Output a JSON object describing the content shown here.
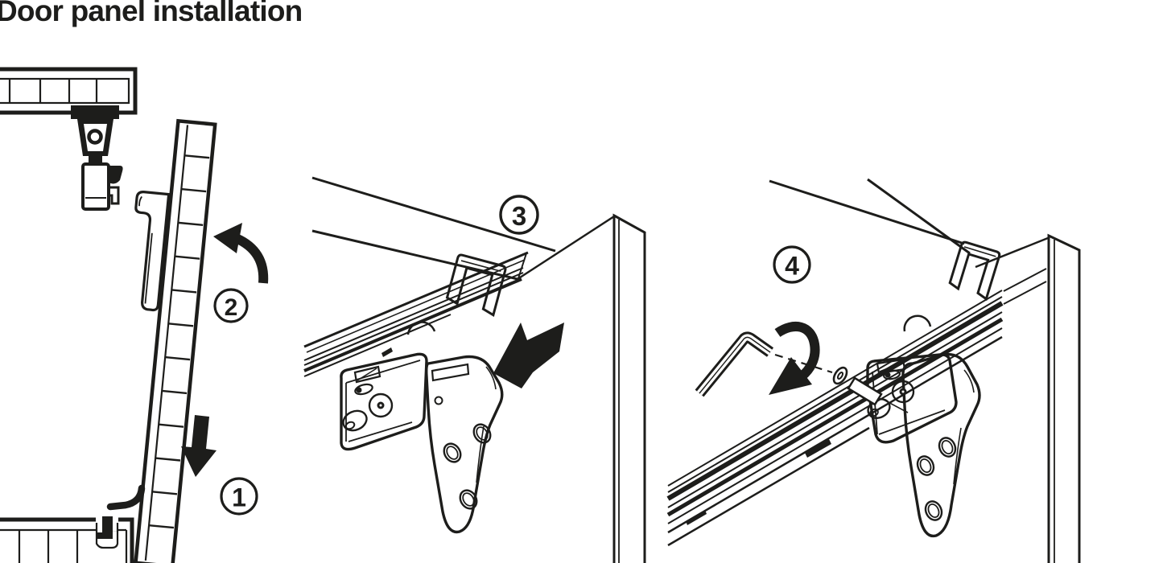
{
  "title": "Door panel installation",
  "colors": {
    "ink": "#1d1d1b",
    "paper": "#ffffff"
  },
  "steps": [
    {
      "label": "1"
    },
    {
      "label": "2"
    },
    {
      "label": "3"
    },
    {
      "label": "4"
    }
  ]
}
